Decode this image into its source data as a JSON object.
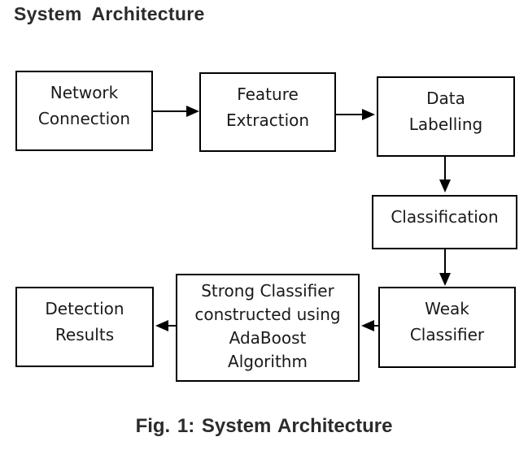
{
  "page": {
    "title": "System Architecture",
    "caption": "Fig. 1: System Architecture"
  },
  "diagram": {
    "type": "flowchart",
    "nodes": [
      {
        "id": "network-connection",
        "lines": [
          "Network",
          "Connection"
        ]
      },
      {
        "id": "feature-extraction",
        "lines": [
          "Feature",
          "Extraction"
        ]
      },
      {
        "id": "data-labelling",
        "lines": [
          "Data",
          "Labelling"
        ]
      },
      {
        "id": "classification",
        "lines": [
          "Classification"
        ]
      },
      {
        "id": "weak-classifier",
        "lines": [
          "Weak",
          "Classifier"
        ]
      },
      {
        "id": "strong-classifier",
        "lines": [
          "Strong Classifier",
          "constructed using",
          "AdaBoost",
          "Algorithm"
        ]
      },
      {
        "id": "detection-results",
        "lines": [
          "Detection",
          "Results"
        ]
      }
    ],
    "edges": [
      {
        "from": "network-connection",
        "to": "feature-extraction",
        "direction": "right"
      },
      {
        "from": "feature-extraction",
        "to": "data-labelling",
        "direction": "right"
      },
      {
        "from": "data-labelling",
        "to": "classification",
        "direction": "down"
      },
      {
        "from": "classification",
        "to": "weak-classifier",
        "direction": "down"
      },
      {
        "from": "weak-classifier",
        "to": "strong-classifier",
        "direction": "left"
      },
      {
        "from": "strong-classifier",
        "to": "detection-results",
        "direction": "left"
      }
    ],
    "colors": {
      "background": "#ffffff",
      "box_border": "#000000",
      "box_fill": "#ffffff",
      "box_text": "#1a1a1a",
      "heading_text": "#2b2b2b"
    }
  }
}
